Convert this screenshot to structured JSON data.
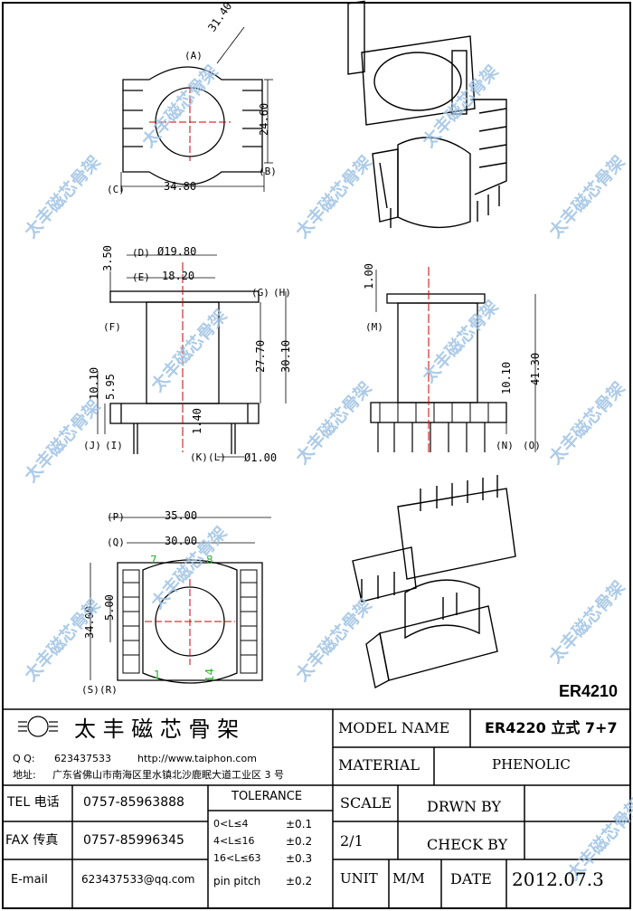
{
  "watermark": "太丰磁芯骨架",
  "part_label": "ER4210",
  "views": {
    "top": {
      "dims": {
        "A_len": "31.40",
        "B_len": "24.60",
        "C_len": "34.80"
      },
      "tags": {
        "A": "(A)",
        "B": "(B)",
        "C": "(C)"
      }
    },
    "front": {
      "dims": {
        "d1": "3.50",
        "d2": "Ø19.80",
        "d3": "18.20",
        "d4": "27.70",
        "d5": "30.10",
        "d6": "10.10",
        "d7": "5.95",
        "d8": "1.40",
        "d9": "Ø1.00"
      },
      "tags": {
        "D": "(D)",
        "E": "(E)",
        "F": "(F)",
        "G": "(G)",
        "H": "(H)",
        "I": "(I)",
        "J": "(J)",
        "K": "(K)",
        "L": "(L)"
      }
    },
    "side": {
      "dims": {
        "s1": "1.00",
        "s2": "10.10",
        "s3": "41.30"
      },
      "tags": {
        "M": "(M)",
        "N": "(N)",
        "O": "(O)"
      }
    },
    "bottom": {
      "dims": {
        "b1": "35.00",
        "b2": "30.00",
        "b3": "5.00",
        "b4": "34.00"
      },
      "tags": {
        "P": "(P)",
        "Q": "(Q)",
        "R": "(R)",
        "S": "(S)"
      },
      "pins": {
        "p7": "7",
        "p8": "8",
        "p1": "1",
        "p14": "14"
      }
    }
  },
  "title_block": {
    "company_name": "太 丰 磁 芯 骨 架",
    "qq_label": "Q Q:",
    "qq": "623437533",
    "website": "http://www.taiphon.com",
    "address_label": "地址:",
    "address": "广东省佛山市南海区里水镇北沙鹿眠大道工业区 3 号",
    "tel_label": "TEL 电话",
    "tel": "0757-85963888",
    "fax_label": "FAX 传真",
    "fax": "0757-85996345",
    "email_label": "E-maiI",
    "email": "623437533@qq.com",
    "tolerance_title": "TOLERANCE",
    "tol_rows": [
      {
        "range": "0<L≤4",
        "value": "±0.1"
      },
      {
        "range": "4<L≤16",
        "value": "±0.2"
      },
      {
        "range": "16<L≤63",
        "value": "±0.3"
      },
      {
        "range": "pin pitch",
        "value": "±0.2"
      }
    ],
    "model_label": "MODEL NAME",
    "model": "ER4220 立式 7+7",
    "material_label": "MATERIAL",
    "material": "PHENOLIC",
    "scale_label": "SCALE",
    "scale": "2/1",
    "drawn_label": "DRWN BY",
    "check_label": "CHECK BY",
    "unit_label": "UNIT",
    "unit": "M/M",
    "date_label": "DATE",
    "date": "2012.07.3"
  }
}
